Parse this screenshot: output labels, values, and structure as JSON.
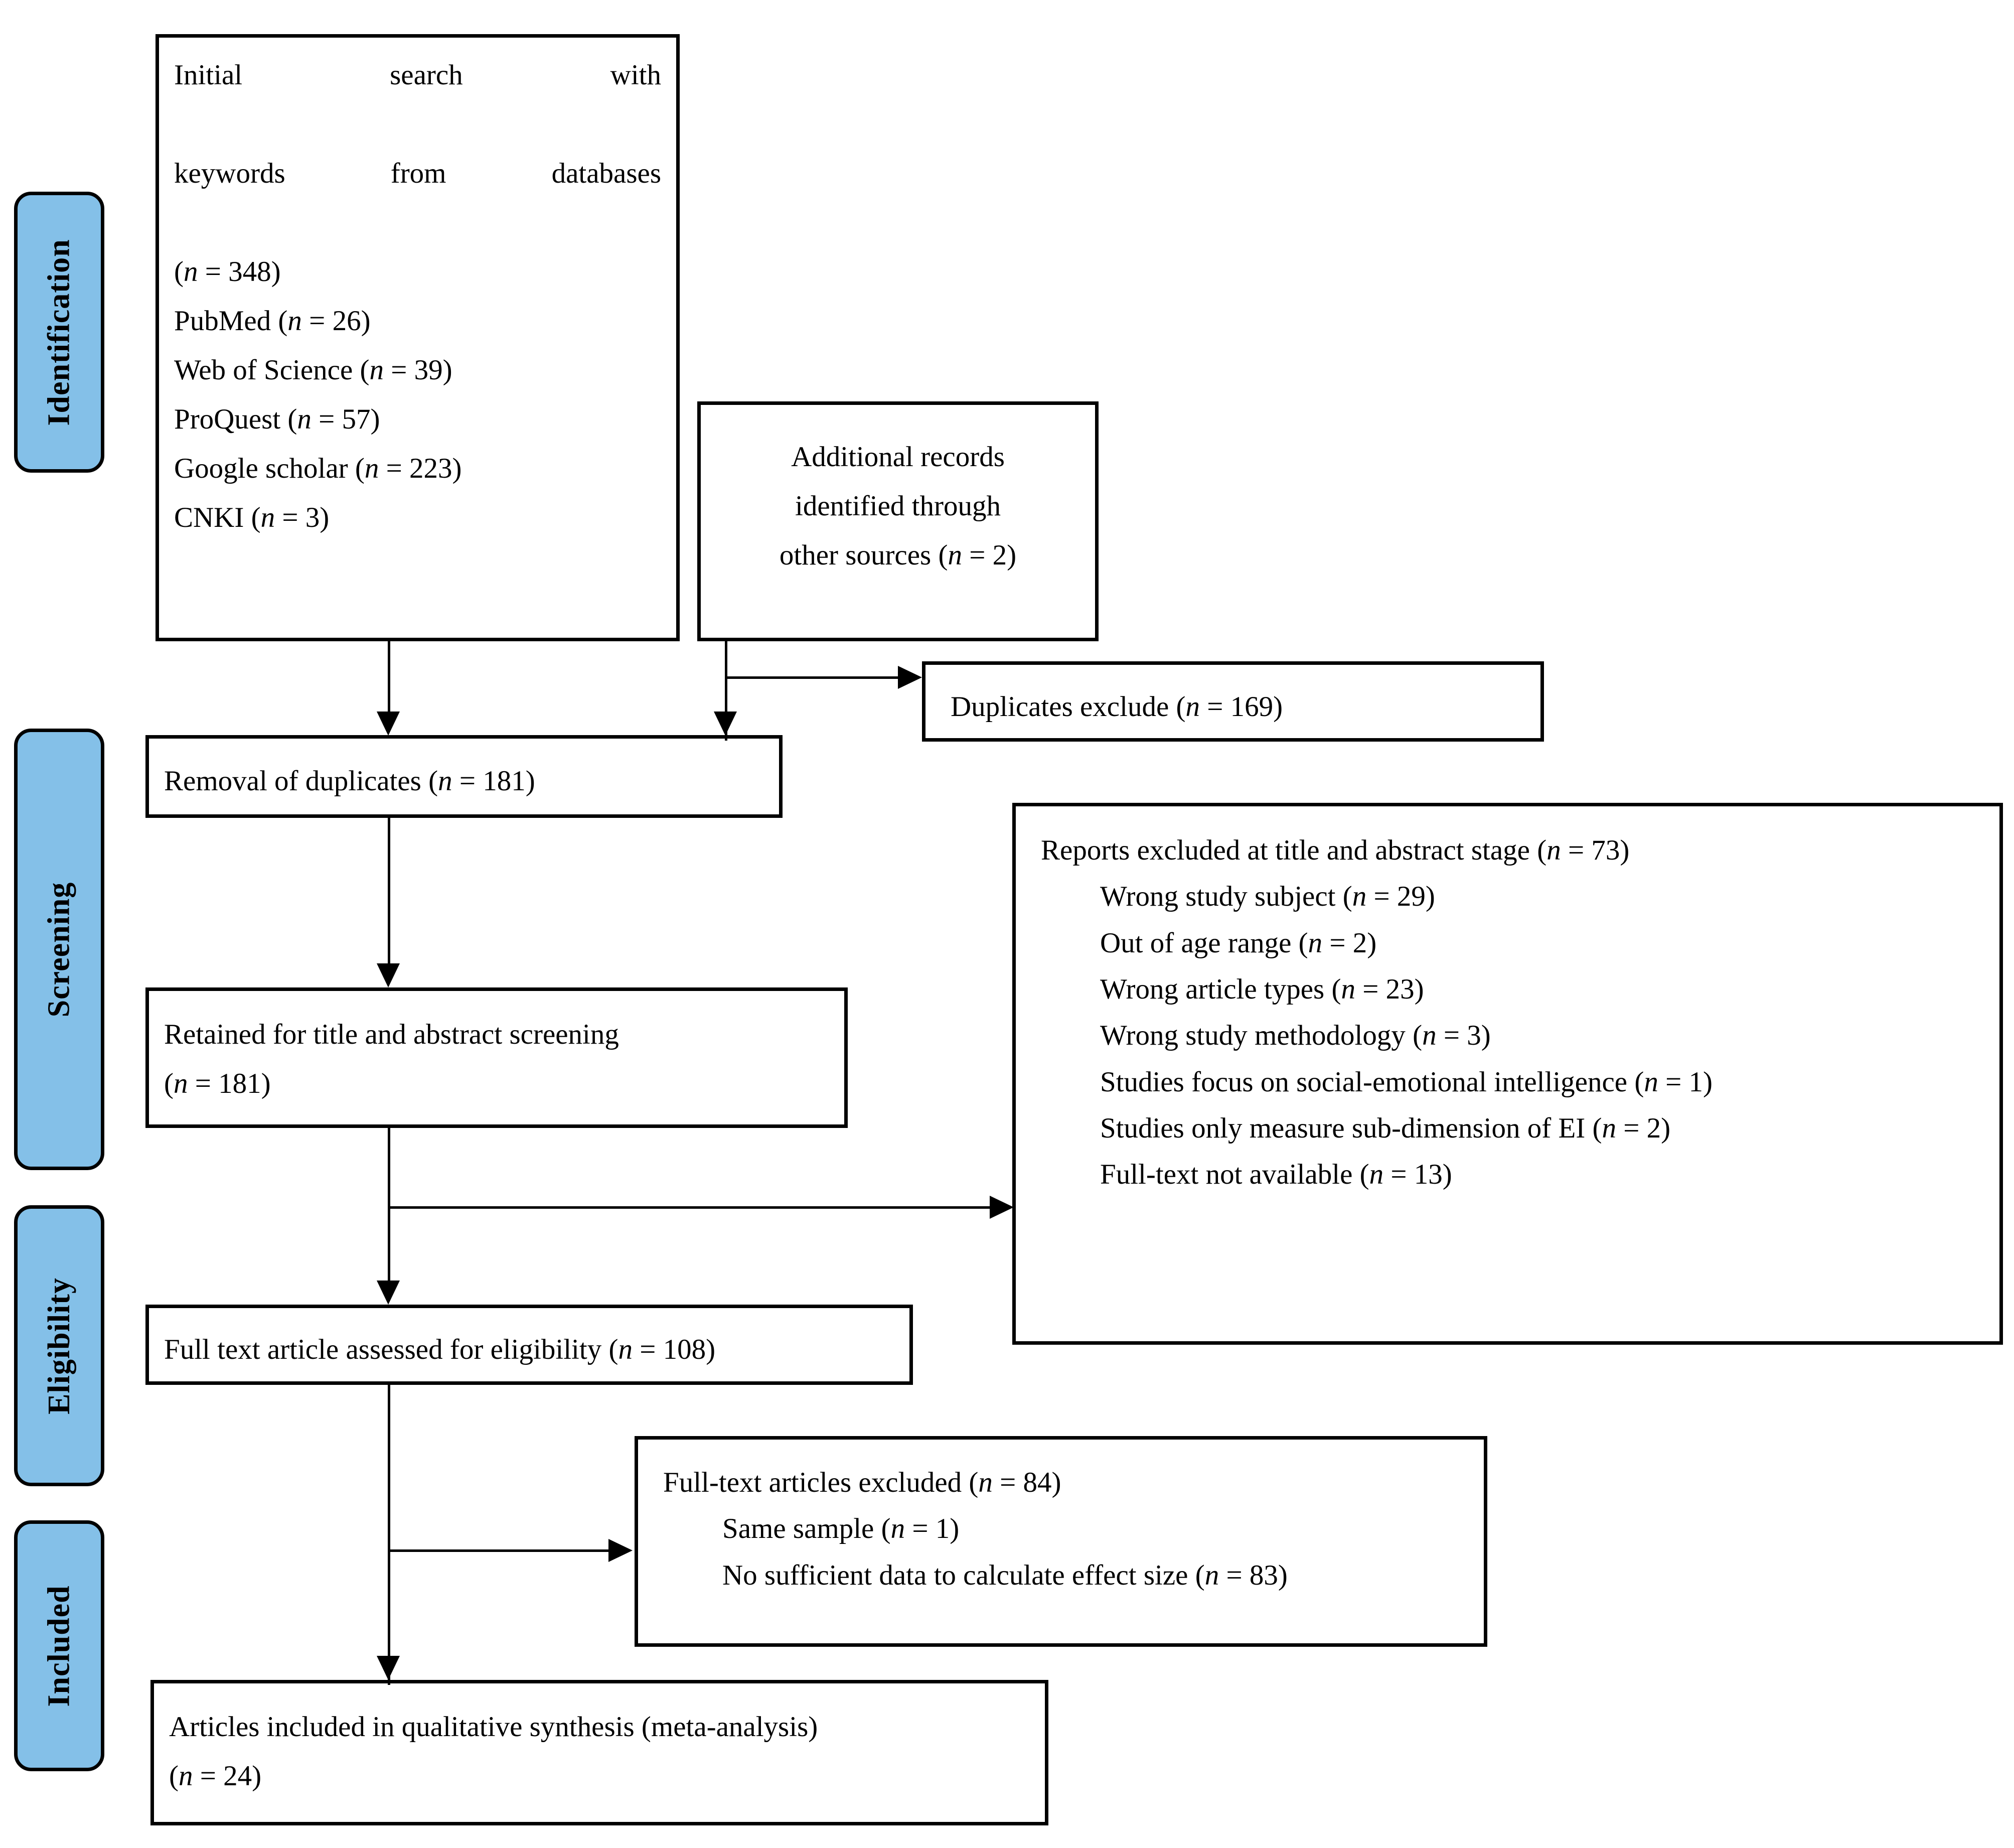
{
  "diagram": {
    "title": "PRISMA flow diagram",
    "accent_color": "#84C0E8",
    "line_color": "#000000",
    "box_fill": "#ffffff"
  },
  "stages": [
    {
      "id": "identification",
      "label": "Identification"
    },
    {
      "id": "screening",
      "label": "Screening"
    },
    {
      "id": "eligibility",
      "label": "Eligibility"
    },
    {
      "id": "included",
      "label": "Included"
    }
  ],
  "boxes": {
    "initial_search": {
      "line1": "Initial search with",
      "line2": "keywords   from   databases",
      "line3": "(n = 348)",
      "sources": [
        "PubMed (n = 26)",
        "Web of Science (n = 39)",
        "ProQuest (n = 57)",
        "Google scholar (n = 223)",
        "CNKI (n = 3)"
      ]
    },
    "additional_records": {
      "line1": "Additional records",
      "line2": "identified through",
      "line3": "other sources (n = 2)"
    },
    "duplicates_excluded": {
      "text": "Duplicates exclude (n = 169)"
    },
    "removal_of_duplicates": {
      "text": "Removal of duplicates (n = 181)"
    },
    "retained_screening": {
      "line1": "Retained for title and abstract screening",
      "line2": "(n = 181)"
    },
    "reports_excluded": {
      "heading": "Reports excluded at title and abstract stage (n = 73)",
      "reasons": [
        "Wrong study subject (n = 29)",
        "Out of age range (n = 2)",
        "Wrong article types (n = 23)",
        "Wrong study methodology (n = 3)",
        "Studies focus on social-emotional intelligence (n = 1)",
        "Studies only measure sub-dimension of EI (n = 2)",
        "Full-text not available (n = 13)"
      ]
    },
    "full_text_assessed": {
      "text": "Full text article assessed for eligibility (n = 108)"
    },
    "full_text_excluded": {
      "heading": "Full-text articles excluded (n = 84)",
      "reasons": [
        "Same sample (n = 1)",
        "No sufficient data to calculate effect size (n = 83)"
      ]
    },
    "articles_included": {
      "line1": "Articles included in qualitative synthesis (meta-analysis)",
      "line2": "(n = 24)"
    }
  },
  "chart_data": {
    "type": "table",
    "title": "PRISMA study selection flow",
    "nodes": [
      {
        "id": "initial_search",
        "label": "Initial search with keywords from databases",
        "n": 348
      },
      {
        "id": "pubmed",
        "label": "PubMed",
        "n": 26
      },
      {
        "id": "web_of_science",
        "label": "Web of Science",
        "n": 39
      },
      {
        "id": "proquest",
        "label": "ProQuest",
        "n": 57
      },
      {
        "id": "google_scholar",
        "label": "Google scholar",
        "n": 223
      },
      {
        "id": "cnki",
        "label": "CNKI",
        "n": 3
      },
      {
        "id": "additional_records",
        "label": "Additional records identified through other sources",
        "n": 2
      },
      {
        "id": "duplicates_excluded",
        "label": "Duplicates exclude",
        "n": 169
      },
      {
        "id": "removal_of_duplicates",
        "label": "Removal of duplicates",
        "n": 181
      },
      {
        "id": "retained_screening",
        "label": "Retained for title and abstract screening",
        "n": 181
      },
      {
        "id": "reports_excluded",
        "label": "Reports excluded at title and abstract stage",
        "n": 73
      },
      {
        "id": "wrong_study_subject",
        "label": "Wrong study subject",
        "n": 29
      },
      {
        "id": "out_of_age_range",
        "label": "Out of age range",
        "n": 2
      },
      {
        "id": "wrong_article_types",
        "label": "Wrong article types",
        "n": 23
      },
      {
        "id": "wrong_methodology",
        "label": "Wrong study methodology",
        "n": 3
      },
      {
        "id": "social_emotional",
        "label": "Studies focus on social-emotional intelligence",
        "n": 1
      },
      {
        "id": "sub_dimension",
        "label": "Studies only measure sub-dimension of EI",
        "n": 2
      },
      {
        "id": "fulltext_unavailable",
        "label": "Full-text not available",
        "n": 13
      },
      {
        "id": "full_text_assessed",
        "label": "Full text article assessed for eligibility",
        "n": 108
      },
      {
        "id": "full_text_excluded",
        "label": "Full-text articles excluded",
        "n": 84
      },
      {
        "id": "same_sample",
        "label": "Same sample",
        "n": 1
      },
      {
        "id": "no_sufficient_data",
        "label": "No sufficient data to calculate effect size",
        "n": 83
      },
      {
        "id": "articles_included",
        "label": "Articles included in qualitative synthesis (meta-analysis)",
        "n": 24
      }
    ]
  }
}
